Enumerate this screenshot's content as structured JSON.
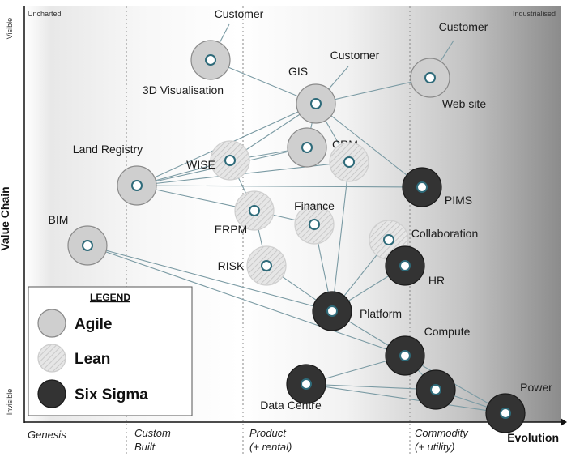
{
  "corner": {
    "top_left": "Uncharted",
    "top_right": "Industrialised"
  },
  "axes": {
    "y_title": "Value Chain",
    "y_top": "Visible",
    "y_bottom": "Invisible",
    "x_title": "Evolution",
    "stages": [
      {
        "line1": "Genesis",
        "line2": ""
      },
      {
        "line1": "Custom",
        "line2": "Built"
      },
      {
        "line1": "Product",
        "line2": "(+ rental)"
      },
      {
        "line1": "Commodity",
        "line2": "(+ utility)"
      }
    ]
  },
  "legend": {
    "title": "LEGEND",
    "items": [
      {
        "label": "Agile",
        "style": "agile"
      },
      {
        "label": "Lean",
        "style": "lean"
      },
      {
        "label": "Six Sigma",
        "style": "sixsigma"
      }
    ]
  },
  "colors": {
    "agile": "#cfcfcf",
    "lean": "#e0e0e0",
    "sixsigma": "#333333",
    "node_center": "#2f6b7a",
    "link": "#7a9aa3"
  },
  "components": [
    {
      "id": "cust1",
      "label": "Customer",
      "style": "none"
    },
    {
      "id": "cust2",
      "label": "Customer",
      "style": "none"
    },
    {
      "id": "cust3",
      "label": "Customer",
      "style": "none"
    },
    {
      "id": "viz",
      "label": "3D Visualisation",
      "style": "agile"
    },
    {
      "id": "gis",
      "label": "GIS",
      "style": "agile"
    },
    {
      "id": "web",
      "label": "Web site",
      "style": "agile"
    },
    {
      "id": "crm",
      "label": "CRM",
      "style": "agile"
    },
    {
      "id": "wise",
      "label": "WISE",
      "style": "lean"
    },
    {
      "id": "crmlean",
      "label": "",
      "style": "lean"
    },
    {
      "id": "land",
      "label": "Land Registry",
      "style": "agile"
    },
    {
      "id": "pims",
      "label": "PIMS",
      "style": "sixsigma"
    },
    {
      "id": "erpm",
      "label": "ERPM",
      "style": "lean"
    },
    {
      "id": "finance",
      "label": "Finance",
      "style": "lean"
    },
    {
      "id": "collab",
      "label": "Collaboration",
      "style": "lean"
    },
    {
      "id": "bim",
      "label": "BIM",
      "style": "agile"
    },
    {
      "id": "risk",
      "label": "RISK",
      "style": "lean"
    },
    {
      "id": "hr",
      "label": "HR",
      "style": "sixsigma"
    },
    {
      "id": "platform",
      "label": "Platform",
      "style": "sixsigma"
    },
    {
      "id": "compute",
      "label": "Compute",
      "style": "sixsigma"
    },
    {
      "id": "dc",
      "label": "Data Centre",
      "style": "sixsigma"
    },
    {
      "id": "power",
      "label": "Power",
      "style": "sixsigma"
    },
    {
      "id": "ss2",
      "label": "",
      "style": "sixsigma"
    }
  ],
  "links": [
    [
      "cust1",
      "viz"
    ],
    [
      "cust2",
      "gis"
    ],
    [
      "cust3",
      "web"
    ],
    [
      "viz",
      "gis"
    ],
    [
      "gis",
      "web"
    ],
    [
      "gis",
      "crm"
    ],
    [
      "gis",
      "wise"
    ],
    [
      "gis",
      "land"
    ],
    [
      "gis",
      "pims"
    ],
    [
      "gis",
      "crmlean"
    ],
    [
      "crm",
      "land"
    ],
    [
      "crm",
      "wise"
    ],
    [
      "wise",
      "land"
    ],
    [
      "wise",
      "erpm"
    ],
    [
      "crmlean",
      "land"
    ],
    [
      "crmlean",
      "platform"
    ],
    [
      "land",
      "pims"
    ],
    [
      "land",
      "erpm"
    ],
    [
      "erpm",
      "finance"
    ],
    [
      "erpm",
      "risk"
    ],
    [
      "finance",
      "platform"
    ],
    [
      "risk",
      "platform"
    ],
    [
      "collab",
      "platform"
    ],
    [
      "hr",
      "platform"
    ],
    [
      "bim",
      "platform"
    ],
    [
      "bim",
      "compute"
    ],
    [
      "platform",
      "compute"
    ],
    [
      "compute",
      "dc"
    ],
    [
      "compute",
      "ss2"
    ],
    [
      "compute",
      "power"
    ],
    [
      "dc",
      "ss2"
    ],
    [
      "dc",
      "power"
    ],
    [
      "ss2",
      "power"
    ]
  ]
}
